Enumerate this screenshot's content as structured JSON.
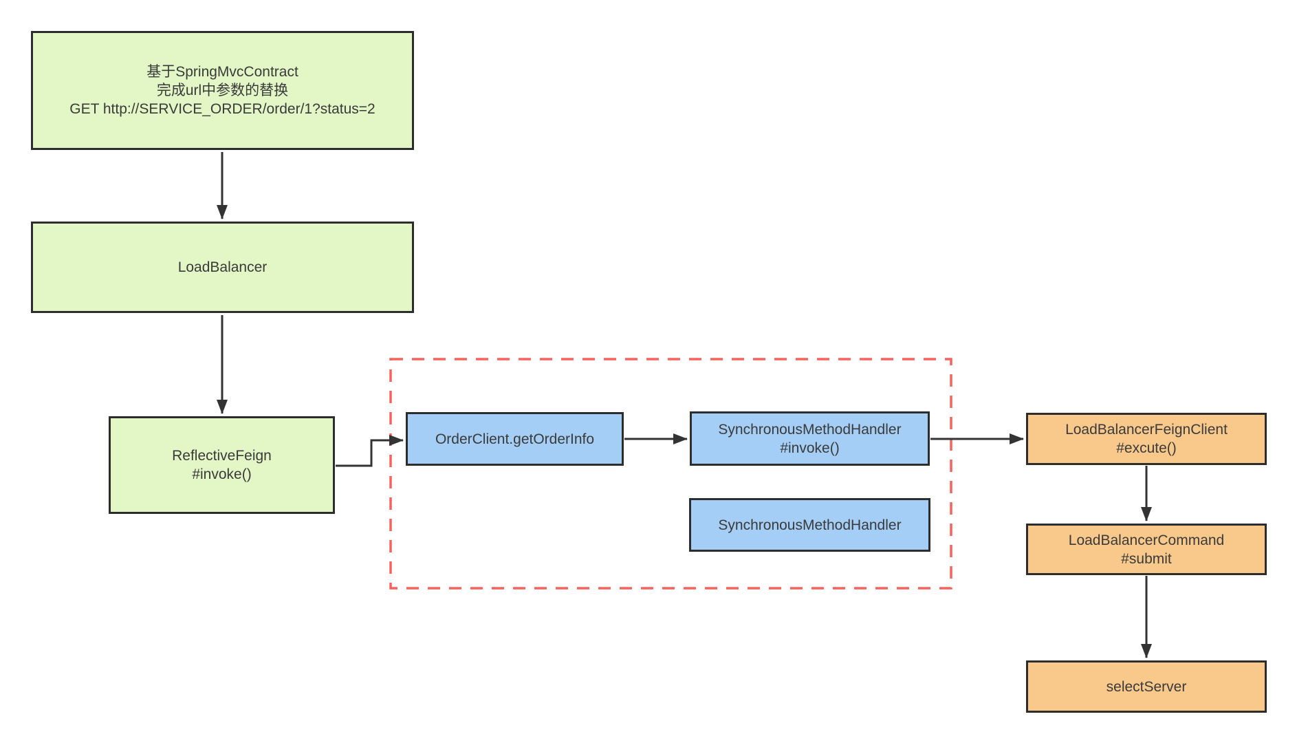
{
  "colors": {
    "green_fill": "#e3f7c6",
    "blue_fill": "#a5cef6",
    "orange_fill": "#f9c98c",
    "node_border": "#2d2d2d",
    "edge_color": "#333333",
    "dashed_color": "#f7625c",
    "text_color": "#3a3a3a",
    "canvas_bg": "#ffffff"
  },
  "nodes": {
    "contract": {
      "lines": [
        "基于SpringMvcContract",
        "完成url中参数的替换",
        "GET http://SERVICE_ORDER/order/1?status=2"
      ]
    },
    "load_balancer": {
      "label": "LoadBalancer"
    },
    "reflective_feign": {
      "lines": [
        "ReflectiveFeign",
        "#invoke()"
      ]
    },
    "order_client": {
      "label": "OrderClient.getOrderInfo"
    },
    "sync_handler_invoke": {
      "lines": [
        "SynchronousMethodHandler",
        "#invoke()"
      ]
    },
    "sync_handler": {
      "label": "SynchronousMethodHandler"
    },
    "lb_feign_client": {
      "lines": [
        "LoadBalancerFeignClient",
        "#excute()"
      ]
    },
    "lb_command": {
      "lines": [
        "LoadBalancerCommand",
        "#submit"
      ]
    },
    "select_server": {
      "label": "selectServer"
    }
  }
}
